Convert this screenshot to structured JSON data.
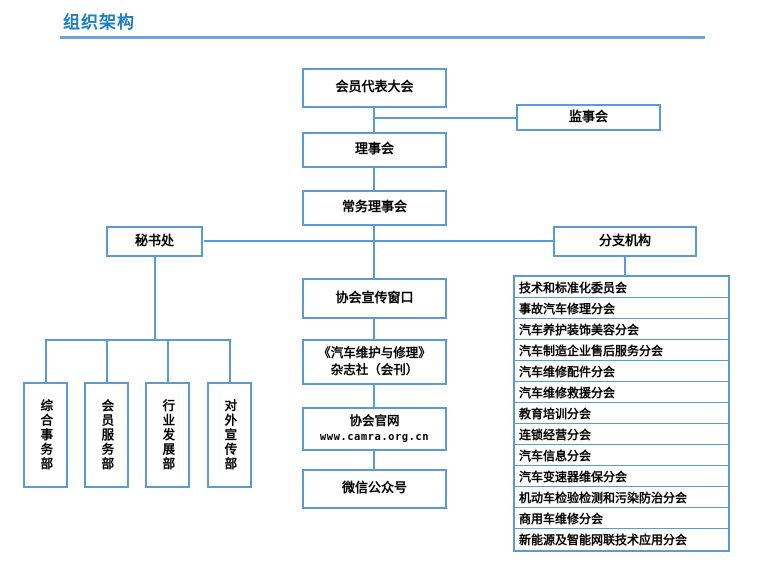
{
  "header": {
    "title": "组织架构"
  },
  "colors": {
    "title_text": "#1F7FC4",
    "rule": "#6CA6DC",
    "box_border": "#5B9BD5",
    "box_fill": "#FFFFFF",
    "text": "#000000"
  },
  "nodes": {
    "members_congress": "会员代表大会",
    "supervisory_board": "监事会",
    "council": "理事会",
    "standing_council": "常务理事会",
    "secretariat": "秘书处",
    "branches": "分支机构",
    "publicity_window": "协会宣传窗口",
    "magazine_line1": "《汽车维护与修理》",
    "magazine_line2": "杂志社（会刊）",
    "website_line1": "协会官网",
    "website_url": "www.camra.org.cn",
    "wechat": "微信公众号"
  },
  "departments": [
    {
      "label": "综合事务部"
    },
    {
      "label": "会员服务部"
    },
    {
      "label": "行业发展部"
    },
    {
      "label": "对外宣传部"
    }
  ],
  "branch_items": [
    {
      "label": "技术和标准化委员会"
    },
    {
      "label": "事故汽车修理分会"
    },
    {
      "label": "汽车养护装饰美容分会"
    },
    {
      "label": "汽车制造企业售后服务分会"
    },
    {
      "label": "汽车维修配件分会"
    },
    {
      "label": "汽车维修救援分会"
    },
    {
      "label": "教育培训分会"
    },
    {
      "label": "连锁经营分会"
    },
    {
      "label": "汽车信息分会"
    },
    {
      "label": "汽车变速器维保分会"
    },
    {
      "label": "机动车检验检测和污染防治分会"
    },
    {
      "label": "商用车维修分会"
    },
    {
      "label": "新能源及智能网联技术应用分会"
    }
  ]
}
